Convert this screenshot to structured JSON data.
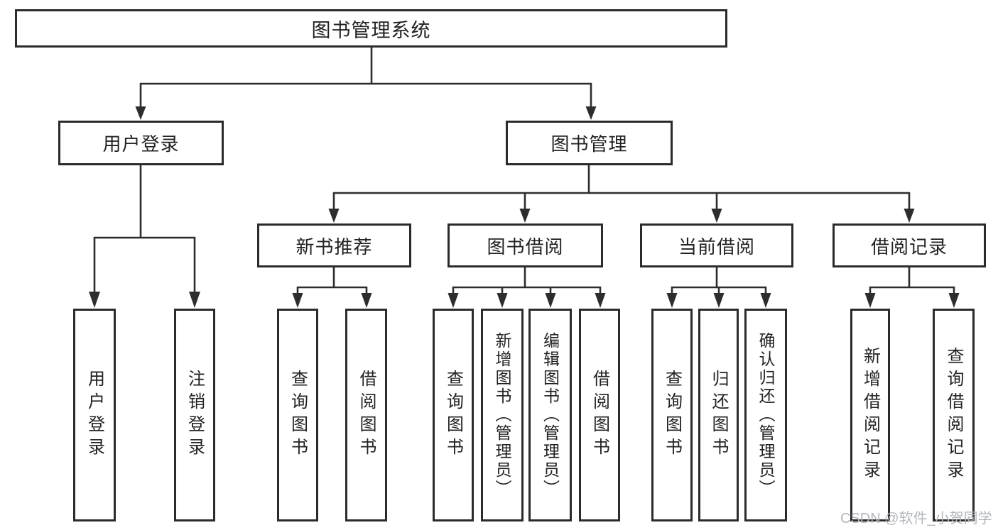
{
  "nodes": {
    "root": {
      "label": "图书管理系统"
    },
    "level2": [
      {
        "label": "用户登录"
      },
      {
        "label": "图书管理"
      }
    ],
    "level3": [
      {
        "label": "新书推荐"
      },
      {
        "label": "图书借阅"
      },
      {
        "label": "当前借阅"
      },
      {
        "label": "借阅记录"
      }
    ],
    "level4": [
      {
        "label": "用户登录"
      },
      {
        "label": "注销登录"
      },
      {
        "label": "查询图书"
      },
      {
        "label": "借阅图书"
      },
      {
        "label": "查询图书"
      },
      {
        "label": "新增图书（管理员）"
      },
      {
        "label": "编辑图书（管理员）"
      },
      {
        "label": "借阅图书"
      },
      {
        "label": "查询图书"
      },
      {
        "label": "归还图书"
      },
      {
        "label": "确认归还（管理员）"
      },
      {
        "label": "新增借阅记录"
      },
      {
        "label": "查询借阅记录"
      }
    ]
  },
  "watermark": "CSDN @软件_小贺同学",
  "colors": {
    "line": "#2d2d2d",
    "box-border": "#2b2b2b",
    "text": "#222222",
    "watermark": "#b2b6bd",
    "background": "#ffffff"
  }
}
